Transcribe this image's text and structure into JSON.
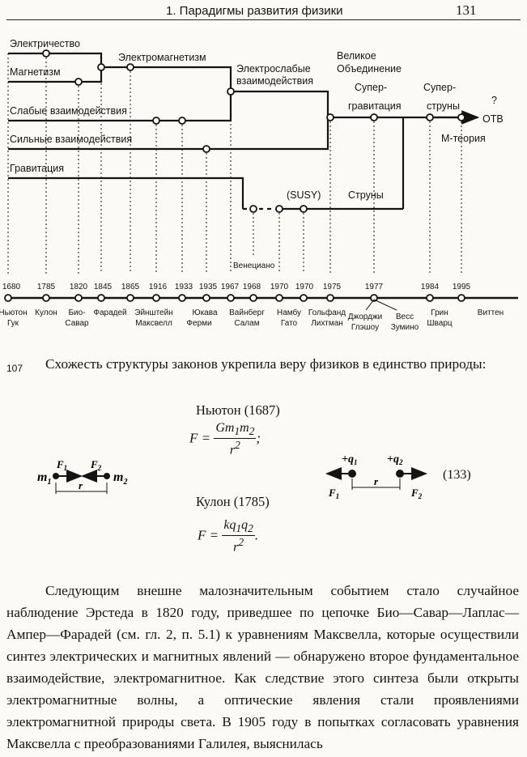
{
  "header": {
    "title": "1. Парадигмы развития физики",
    "page_number": "131"
  },
  "diagram": {
    "branches": {
      "electricity": "Электричество",
      "magnetism": "Магнетизм",
      "weak": "Слабые взаимодействия",
      "strong": "Сильные взаимодействия",
      "gravity": "Гравитация"
    },
    "merges": {
      "electromagnetism": "Электромагнетизм",
      "electroweak_1": "Электрослабые",
      "electroweak_2": "взаимодействия",
      "gut_1": "Великое",
      "gut_2": "Объединение",
      "supergravity_1": "Супер-",
      "supergravity_2": "гравитация",
      "superstrings_1": "Супер-",
      "superstrings_2": "струны",
      "toe_q": "?",
      "toe": "ОТВ",
      "mtheory": "М-теория",
      "susy": "(SUSY)",
      "strings": "Струны",
      "veneziano": "Венециано"
    },
    "years": [
      "1680",
      "1785",
      "1820",
      "1845",
      "1865",
      "1916",
      "1933",
      "1935",
      "1967",
      "1968",
      "1970",
      "1970",
      "1975",
      "1977",
      "1984",
      "1995"
    ],
    "names": {
      "newton_1": "Ньютон",
      "newton_2": "Гук",
      "coulomb": "Кулон",
      "bio_1": "Био-",
      "bio_2": "Савар",
      "faraday": "Фарадей",
      "einstein_1": "Эйнштейн",
      "einstein_2": "Максвелл",
      "yukawa": "Юкава",
      "fermi": "Ферми",
      "weinberg_1": "Вайнберг",
      "weinberg_2": "Салам",
      "nambu_1": "Намбу",
      "nambu_2": "Гато",
      "golfand_1": "Гольфанд",
      "golfand_2": "Лихтман",
      "georgi_1": "Джорджи",
      "georgi_2": "Глэшоу",
      "wess_1": "Весс",
      "wess_2": "Зумино",
      "green_1": "Грин",
      "green_2": "Шварц",
      "witten": "Виттен"
    }
  },
  "text": {
    "margin_number": "107",
    "intro": "Схожесть структуры законов укрепила веру физиков в единство природы:",
    "newton_label": "Ньютон (1687)",
    "coulomb_label": "Кулон (1785)",
    "eq_number": "(133)",
    "paragraph": "Следующим внешне малозначительным событием стало случайное наблюдение Эрстеда в 1820 году, приведшее по цепочке Био—Савар—Лаплас—Ампер—Фарадей (см. гл. 2, п. 5.1) к уравнениям Максвелла, которые осуществили синтез электрических и магнитных явлений — обнаружено второе фундаментальное взаимодействие, электромагнитное. Как следствие этого синтеза были открыты электромагнитные волны, а оптические явления стали проявлениями электромагнитной природы света. В 1905 году в попытках согласовать уравнения Максвелла с преобразованиями Галилея, выяснилась"
  }
}
